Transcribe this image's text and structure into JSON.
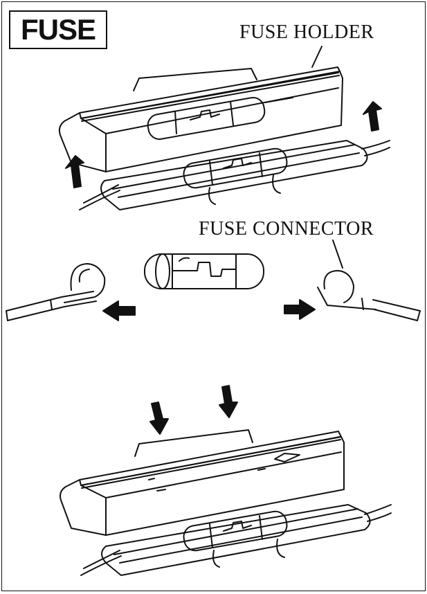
{
  "title": "FUSE",
  "labels": {
    "fuse_holder": "FUSE HOLDER",
    "fuse_connector": "FUSE CONNECTOR"
  },
  "colors": {
    "line": "#111111",
    "background": "#ffffff"
  }
}
